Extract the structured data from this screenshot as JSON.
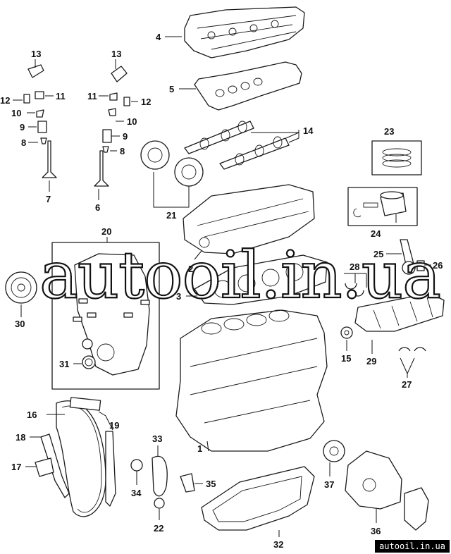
{
  "callouts": {
    "c1": "1",
    "c2": "2",
    "c3": "3",
    "c4": "4",
    "c5": "5",
    "c6": "6",
    "c7": "7",
    "c8a": "8",
    "c8b": "8",
    "c9a": "9",
    "c9b": "9",
    "c10a": "10",
    "c10b": "10",
    "c11a": "11",
    "c11b": "11",
    "c12a": "12",
    "c12b": "12",
    "c13a": "13",
    "c13b": "13",
    "c14": "14",
    "c15": "15",
    "c16": "16",
    "c17": "17",
    "c18": "18",
    "c19": "19",
    "c20": "20",
    "c21": "21",
    "c22": "22",
    "c23": "23",
    "c24": "24",
    "c25": "25",
    "c26": "26",
    "c27": "27",
    "c28": "28",
    "c29": "29",
    "c30": "30",
    "c31": "31",
    "c32": "32",
    "c33": "33",
    "c34": "34",
    "c35": "35",
    "c36": "36",
    "c37": "37"
  },
  "watermark": "autooil.in.ua",
  "footer_text": "autooil.in.ua"
}
